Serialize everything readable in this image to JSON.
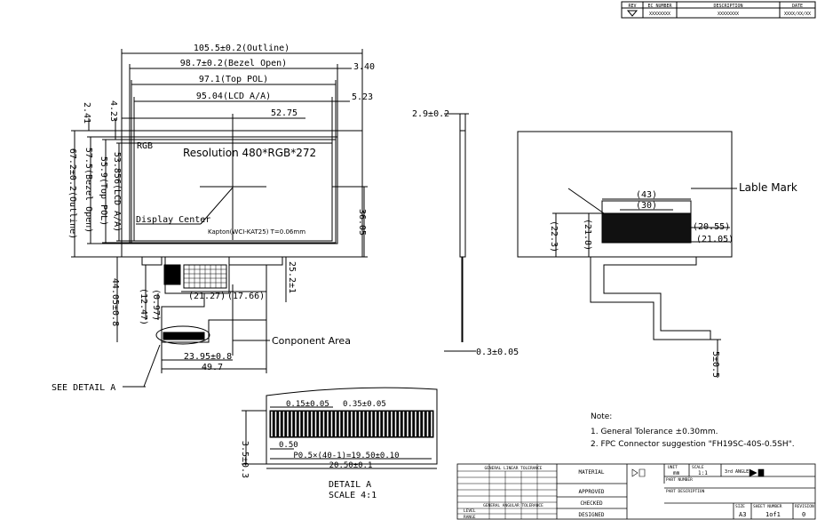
{
  "revision_table": {
    "headers": [
      "REV",
      "EC NUMBER",
      "DESCRIPTION",
      "DATE"
    ],
    "row": [
      "",
      "XXXXXXXX",
      "XXXXXXXX",
      "XXXX/XX/XX"
    ]
  },
  "front_view": {
    "dim_outline_w": "105.5±0.2(Outline)",
    "dim_bezel_w": "98.7±0.2(Bezel Open)",
    "dim_top_pol_w": "97.1(Top POL)",
    "dim_lcd_aa_w": "95.04(LCD A/A)",
    "dim_center_x": "52.75",
    "dim_3_40": "3.40",
    "dim_5_23": "5.23",
    "dim_2_41": "2.41",
    "dim_4_23": "4.23",
    "dim_outline_h": "67.2±0.2(Outline)",
    "dim_bezel_h": "57.5(Bezel Open)",
    "dim_top_pol_h": "55.9(Top POL)",
    "dim_lcd_aa_h": "53.856(LCD A/A)",
    "dim_center_y": "36.05",
    "rgb_label": "RGB",
    "resolution": "Resolution 480*RGB*272",
    "display_center": "Display Center",
    "kapton": "Kapton(WCI-KAT25) T=0.06mm",
    "dim_fpc_21_27": "(21.27)",
    "dim_fpc_17_66": "(17.66)",
    "dim_25_2": "25.2±1",
    "dim_44_05": "44.05±0.8",
    "dim_12_47": "(12.47)",
    "dim_0_97": "(0.97)",
    "component_area": "Conponent Area",
    "dim_23_95": "23.95±0.8",
    "dim_49_7": "49.7",
    "see_detail": "SEE DETAIL A"
  },
  "side_view": {
    "dim_thickness": "2.9±0.2",
    "dim_fpc_t": "0.3±0.05"
  },
  "back_view": {
    "label_mark": "Lable Mark",
    "dim_43": "(43)",
    "dim_30": "(30)",
    "dim_22_3": "(22.3)",
    "dim_21_8": "(21.8)",
    "dim_20_55": "(20.55)",
    "dim_21_05": "(21.05)",
    "dim_5": "5±0.5"
  },
  "detail_a": {
    "dim_pitch_a": "0.15±0.05",
    "dim_pitch_b": "0.35±0.05",
    "dim_3_5": "3.5±0.3",
    "dim_0_50": "0.50",
    "dim_pitch_total": "P0.5×(40-1)=19.50±0.10",
    "dim_20_50": "20.50±0.1",
    "title": "DETAIL  A",
    "scale": "SCALE   4:1"
  },
  "notes": {
    "heading": "Note:",
    "items": [
      "1. General Tolerance ±0.30mm.",
      "2. FPC Connector suggestion  \"FH19SC-40S-0.5SH\"."
    ]
  },
  "title_block": {
    "material": "MATERIAL",
    "approved": "APPROVED",
    "checked": "CHECKED",
    "designed": "DESIGNED",
    "unit": "UNIT",
    "unit_val": "mm",
    "scale": "SCALE",
    "scale_val": "1:1",
    "angle": "3rd ANGLE",
    "part_number": "PART NUMBER",
    "part_desc": "PART DESCRIPTION",
    "size": "SIZE",
    "size_val": "A3",
    "sheet": "SHEET NUMBER",
    "sheet_val": "1of1",
    "revision": "REVISION",
    "rev_val": "0",
    "tol_header": "GENERAL LINEAR TOLERANCE",
    "ang_header": "GENERAL ANGULAR TOLERANCE",
    "level": "LEVEL",
    "range": "RANGE"
  }
}
